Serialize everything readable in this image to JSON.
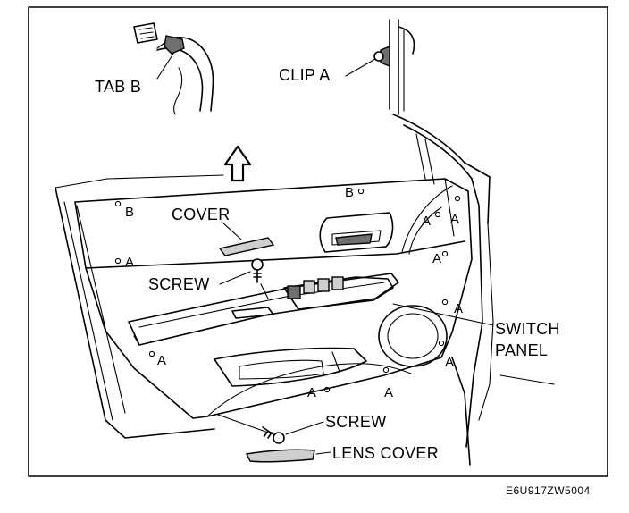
{
  "labels": {
    "tab_b": "TAB B",
    "clip_a": "CLIP A",
    "cover": "COVER",
    "screw_upper": "SCREW",
    "switch_panel_line1": "SWITCH",
    "switch_panel_line2": "PANEL",
    "screw_lower": "SCREW",
    "lens_cover": "LENS COVER"
  },
  "clip_markers": {
    "a": "A",
    "b": "B"
  },
  "figure_code": "E6U917ZW5004",
  "colors": {
    "line": "#000000",
    "background": "#ffffff",
    "shade": "#cfcfcf"
  },
  "icons": {
    "direction": "arrow-up-icon"
  }
}
